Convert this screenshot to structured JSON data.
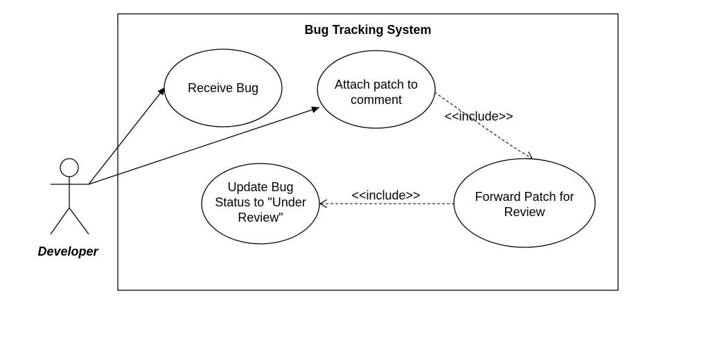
{
  "system": {
    "title": "Bug Tracking System"
  },
  "actor": {
    "name": "Developer"
  },
  "use_cases": {
    "receive_bug": [
      "Receive Bug"
    ],
    "attach_patch": [
      "Attach patch to",
      "comment"
    ],
    "update_status": [
      "Update Bug",
      "Status to \"Under",
      "Review\""
    ],
    "forward_patch": [
      "Forward Patch for",
      "Review"
    ]
  },
  "relations": {
    "include_1": "<<include>>",
    "include_2": "<<include>>"
  }
}
